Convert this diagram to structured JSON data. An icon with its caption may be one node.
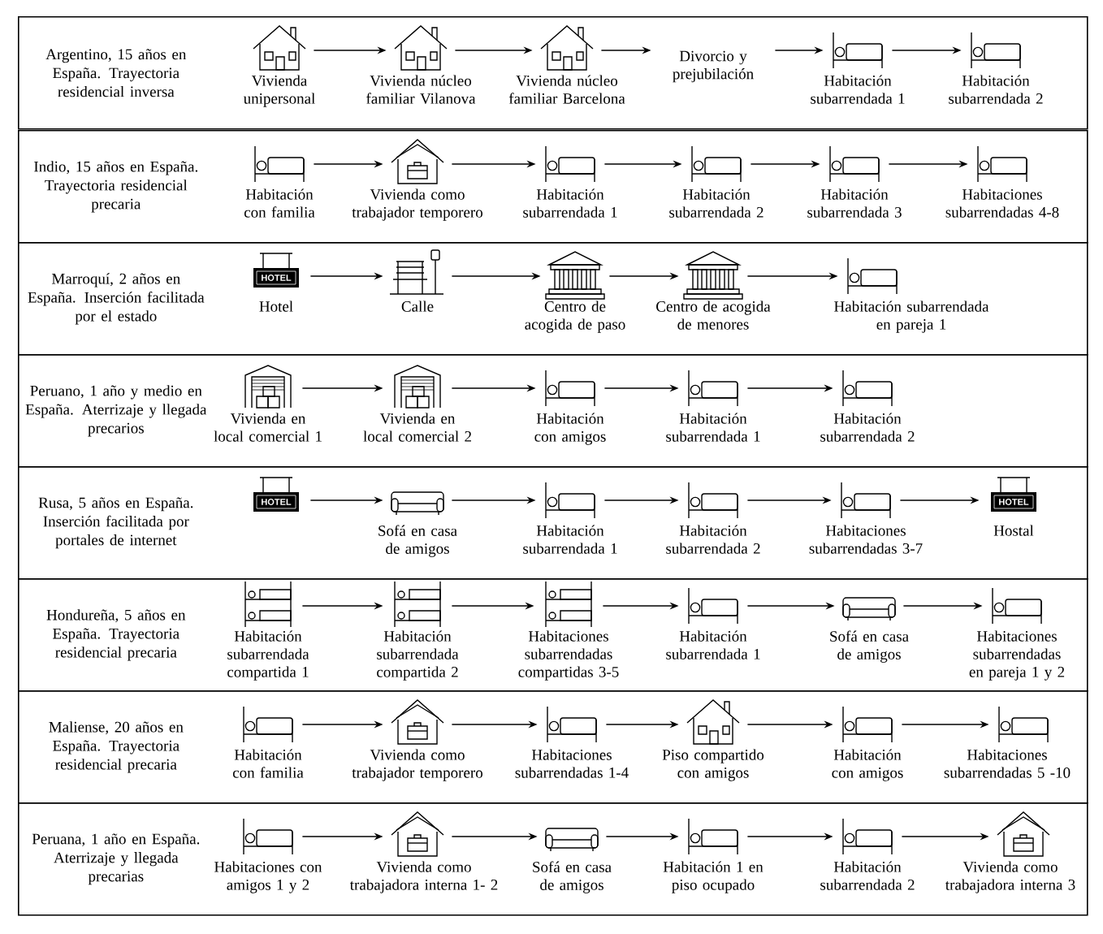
{
  "diagram": {
    "nodes": [
      {
        "text": [
          "Argentino, 15 años en España. Trayectoria residencial inversa"
        ]
      },
      {
        "text": [],
        "shape": "picture",
        "in": 0,
        "beside": [
          "Vivienda unipersonal"
        ]
      },
      {
        "text": [],
        "shape": "picture",
        "in": 0,
        "beside": [
          "Vivienda núcleo familiar Vilanova"
        ]
      },
      {
        "text": [],
        "shape": "picture",
        "in": 0,
        "beside": [
          "Vivienda núcleo familiar Barcelona"
        ]
      },
      {
        "text": [
          "Divorcio y prejubilación"
        ],
        "in": 0
      },
      {
        "text": [],
        "shape": "picture",
        "in": 0,
        "beside": [
          "Habitación subarrendada 1"
        ]
      },
      {
        "text": [],
        "shape": "picture",
        "in": 0,
        "beside": [
          "Habitación subarrendada 2"
        ]
      },
      {
        "text": [
          "Indio, 15 años en España. Trayectoria residencial precaria"
        ]
      },
      {
        "text": [],
        "shape": "picture",
        "in": 7,
        "beside": [
          "Habitación con familia"
        ]
      },
      {
        "text": [],
        "shape": "picture",
        "in": 7,
        "beside": [
          "Vivienda como trabajador temporero"
        ]
      },
      {
        "text": [],
        "shape": "picture",
        "in": 7,
        "beside": [
          "Habitación subarrendada 1"
        ]
      },
      {
        "text": [],
        "shape": "picture",
        "in": 7,
        "beside": [
          "Habitación subarrendada 2"
        ]
      },
      {
        "text": [],
        "shape": "picture",
        "in": 7,
        "beside": [
          "Habitación subarrendada 3"
        ]
      },
      {
        "text": [],
        "shape": "picture",
        "in": 7,
        "beside": [
          "Habitaciones subarrendadas 4-8"
        ]
      },
      {
        "text": [
          "Marroquí, 2 años en España. Inserción facilitada por el estado"
        ]
      },
      {
        "text": [],
        "shape": "picture",
        "in": 14,
        "beside": [
          "Hotel"
        ]
      },
      {
        "text": [],
        "shape": "picture",
        "in": 14,
        "beside": [
          "Calle"
        ]
      },
      {
        "text": [],
        "shape": "picture",
        "in": 14,
        "beside": [
          "Centro de acogida de paso"
        ]
      },
      {
        "text": [],
        "shape": "picture",
        "in": 14,
        "beside": [
          "Centro de acogida de menores"
        ]
      },
      {
        "text": [],
        "shape": "picture",
        "in": 14,
        "beside": [
          "Habitación subarrendada en pareja 1"
        ]
      },
      {
        "text": [
          "Peruano, 1 año y medio en España. Aterrizaje y llegada precarios"
        ]
      },
      {
        "text": [],
        "shape": "picture",
        "in": 20,
        "beside": [
          "Vivienda en local comercial 1"
        ]
      },
      {
        "text": [],
        "shape": "picture",
        "in": 20,
        "beside": [
          "Vivienda en local comercial 2"
        ]
      },
      {
        "text": [],
        "shape": "picture",
        "in": 20,
        "beside": [
          "Habitación con amigos"
        ]
      },
      {
        "text": [],
        "shape": "picture",
        "in": 20,
        "beside": [
          "Habitación subarrendada 1"
        ]
      },
      {
        "text": [],
        "shape": "picture",
        "in": 20,
        "beside": [
          "Habitación subarrendada 2"
        ]
      },
      {
        "text": [
          "Rusa, 5 años en España. Inserción facilitada por portales de internet"
        ]
      },
      {
        "text": [],
        "shape": "picture",
        "in": 26
      },
      {
        "text": [],
        "shape": "picture",
        "in": 26,
        "beside": [
          "Sofá en casa de amigos"
        ]
      },
      {
        "text": [],
        "shape": "picture",
        "in": 26,
        "beside": [
          "Habitación subarrendada 1"
        ]
      },
      {
        "text": [],
        "shape": "picture",
        "in": 26,
        "beside": [
          "Habitación subarrendada 2"
        ]
      },
      {
        "text": [],
        "shape": "picture",
        "in": 26,
        "beside": [
          "Habitaciones subarrendadas 3-7"
        ]
      },
      {
        "text": [],
        "shape": "picture",
        "in": 26,
        "beside": [
          "Hostal"
        ]
      },
      {
        "text": [
          "Hondureña, 5 años en España. Trayectoria residencial precaria"
        ]
      },
      {
        "text": [],
        "shape": "picture",
        "in": 33,
        "beside": [
          "Habitación subarrendada compartida 1"
        ]
      },
      {
        "text": [],
        "shape": "picture",
        "in": 33,
        "beside": [
          "Habitación subarrendada compartida 2"
        ]
      },
      {
        "text": [],
        "shape": "picture",
        "in": 33,
        "beside": [
          "Habitaciones subarrendadas compartidas 3-5"
        ]
      },
      {
        "text": [],
        "shape": "picture",
        "in": 33,
        "beside": [
          "Habitación subarrendada 1"
        ]
      },
      {
        "text": [],
        "shape": "picture",
        "in": 33,
        "beside": [
          "Sofá en casa de amigos"
        ]
      },
      {
        "text": [],
        "shape": "picture",
        "in": 33,
        "beside": [
          "Habitaciones subarrendadas en pareja 1 y 2"
        ]
      },
      {
        "text": [
          "Maliense, 20 años en España. Trayectoria residencial precaria"
        ]
      },
      {
        "text": [],
        "shape": "picture",
        "in": 40,
        "beside": [
          "Habitación con familia"
        ]
      },
      {
        "text": [],
        "shape": "picture",
        "in": 40,
        "beside": [
          "Vivienda como trabajador temporero"
        ]
      },
      {
        "text": [],
        "shape": "picture",
        "in": 40,
        "beside": [
          "Habitaciones subarrendadas 1-4"
        ]
      },
      {
        "text": [],
        "shape": "picture",
        "in": 40,
        "beside": [
          "Piso compartido con amigos"
        ]
      },
      {
        "text": [],
        "shape": "picture",
        "in": 40,
        "beside": [
          "Habitación con amigos"
        ]
      },
      {
        "text": [],
        "shape": "picture",
        "in": 40,
        "beside": [
          "Habitaciones subarrendadas 5 -10"
        ]
      },
      {
        "text": [
          "Peruana, 1 año en España. Aterrizaje y llegada precarias"
        ]
      },
      {
        "text": [],
        "shape": "picture",
        "in": 47,
        "beside": [
          "Habitaciones con amigos 1 y 2"
        ]
      },
      {
        "text": [],
        "shape": "picture",
        "in": 47,
        "beside": [
          "Vivienda como trabajadora interna 1- 2"
        ]
      },
      {
        "text": [],
        "shape": "picture",
        "in": 47,
        "beside": [
          "Sofá en casa de amigos"
        ]
      },
      {
        "text": [],
        "shape": "picture",
        "in": 47,
        "beside": [
          "Habitación 1 en piso ocupado"
        ]
      },
      {
        "text": [],
        "shape": "picture",
        "in": 47,
        "beside": [
          "Habitación subarrendada 2"
        ]
      },
      {
        "text": [],
        "shape": "picture",
        "in": 47,
        "beside": [
          "Vivienda como trabajadora interna 3"
        ]
      }
    ],
    "edges": [
      {
        "from": 1,
        "to": 2,
        "arrow": "to"
      },
      {
        "from": 2,
        "to": 3,
        "arrow": "to"
      },
      {
        "from": 3,
        "to": 4,
        "arrow": "to"
      },
      {
        "from": 4,
        "to": 5,
        "arrow": "to"
      },
      {
        "from": 5,
        "to": 6,
        "arrow": "to"
      },
      {
        "from": 8,
        "to": 9,
        "arrow": "to"
      },
      {
        "from": 9,
        "to": 10,
        "arrow": "to"
      },
      {
        "from": 10,
        "to": 11,
        "arrow": "to"
      },
      {
        "from": 11,
        "to": 12,
        "arrow": "to"
      },
      {
        "from": 12,
        "to": 13,
        "arrow": "to"
      },
      {
        "from": 15,
        "to": 16,
        "arrow": "to"
      },
      {
        "from": 16,
        "to": 17,
        "arrow": "to"
      },
      {
        "from": 17,
        "to": 18,
        "arrow": "to"
      },
      {
        "from": 18,
        "to": 19,
        "arrow": "to"
      },
      {
        "from": 21,
        "to": 22,
        "arrow": "to"
      },
      {
        "from": 22,
        "to": 23,
        "arrow": "to"
      },
      {
        "from": 23,
        "to": 24,
        "arrow": "to"
      },
      {
        "from": 24,
        "to": 25,
        "arrow": "to"
      },
      {
        "from": 27,
        "to": 28,
        "arrow": "to"
      },
      {
        "from": 28,
        "to": 29,
        "arrow": "to"
      },
      {
        "from": 29,
        "to": 30,
        "arrow": "to"
      },
      {
        "from": 30,
        "to": 31,
        "arrow": "to"
      },
      {
        "from": 31,
        "to": 32,
        "arrow": "to"
      },
      {
        "from": 34,
        "to": 35,
        "arrow": "to"
      },
      {
        "from": 35,
        "to": 36,
        "arrow": "to"
      },
      {
        "from": 36,
        "to": 37,
        "arrow": "to"
      },
      {
        "from": 37,
        "to": 38,
        "arrow": "to"
      },
      {
        "from": 38,
        "to": 39,
        "arrow": "to"
      },
      {
        "from": 41,
        "to": 42,
        "arrow": "to"
      },
      {
        "from": 42,
        "to": 43,
        "arrow": "to"
      },
      {
        "from": 43,
        "to": 44,
        "arrow": "to"
      },
      {
        "from": 44,
        "to": 45,
        "arrow": "to"
      },
      {
        "from": 45,
        "to": 46,
        "arrow": "to"
      },
      {
        "from": 48,
        "to": 49,
        "arrow": "to"
      },
      {
        "from": 49,
        "to": 50,
        "arrow": "to"
      },
      {
        "from": 50,
        "to": 51,
        "arrow": "to"
      },
      {
        "from": 51,
        "to": 52,
        "arrow": "to"
      },
      {
        "from": 52,
        "to": 53,
        "arrow": "to"
      }
    ],
    "labels": [
      "HOTEL",
      "HOTEL",
      "HOTEL"
    ]
  }
}
